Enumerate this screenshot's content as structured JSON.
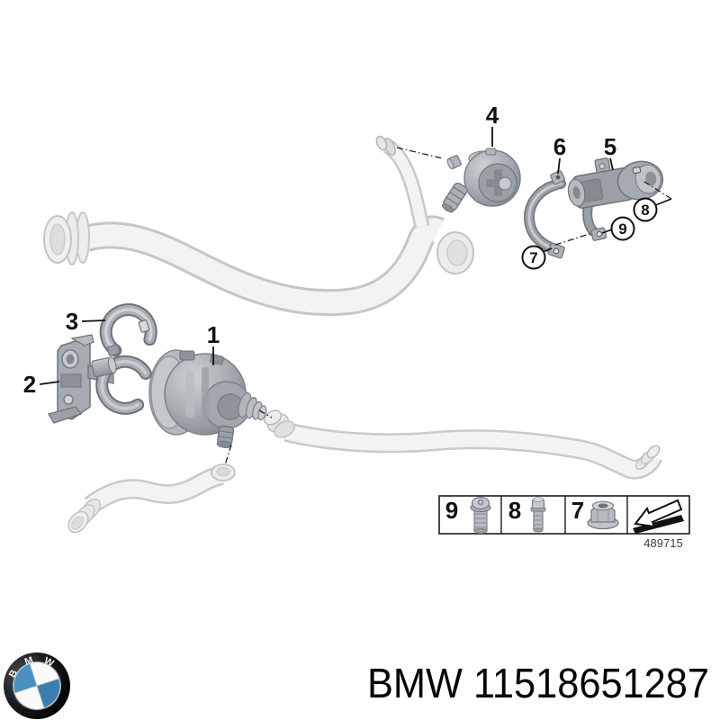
{
  "diagram": {
    "callouts": {
      "c1": "1",
      "c2": "2",
      "c3": "3",
      "c4": "4",
      "c5": "5",
      "c6": "6",
      "c7": "7",
      "c8": "8",
      "c9": "9"
    },
    "legend": {
      "cells": [
        {
          "label": "9",
          "icon": "torx-screw-icon"
        },
        {
          "label": "8",
          "icon": "stud-bolt-icon"
        },
        {
          "label": "7",
          "icon": "flange-nut-icon"
        },
        {
          "label": "",
          "icon": "direction-arrow-icon"
        }
      ],
      "figure_number": "489715"
    },
    "footer": {
      "brand": "BMW",
      "part_number": "11518651287",
      "text": "BMW 11518651287"
    },
    "logo": {
      "letters": [
        "B",
        "M",
        "W"
      ],
      "ring_color": "#141414",
      "blue": "#4a90c2"
    },
    "colors": {
      "background": "#ffffff",
      "hose": "#f2f2f2",
      "hose_edge": "#c6c6c6",
      "metal": "#a6abb1",
      "metal_dark": "#6f747a",
      "line": "#1a1a1a"
    }
  }
}
